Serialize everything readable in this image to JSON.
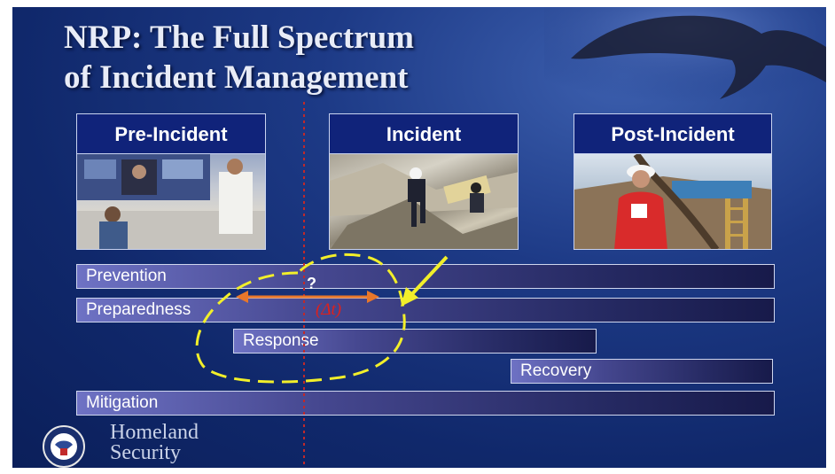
{
  "slide": {
    "title_line1": "NRP:  The Full Spectrum",
    "title_line2": "of Incident Management"
  },
  "panels": [
    {
      "label": "Pre-Incident",
      "image": "emergency-operations-center-photo"
    },
    {
      "label": "Incident",
      "image": "disaster-rescue-rubble-photo"
    },
    {
      "label": "Post-Incident",
      "image": "recovery-worker-house-photo"
    }
  ],
  "phases": {
    "prevention": "Prevention",
    "preparedness": "Preparedness",
    "response": "Response",
    "recovery": "Recovery",
    "mitigation": "Mitigation"
  },
  "annotation": {
    "question_mark": "?",
    "delta_t": "(Δt)",
    "line_color": "#c0292a",
    "arrow_color": "#e8772a",
    "highlight_color": "#f2ef2a"
  },
  "logo": {
    "line1": "Homeland",
    "line2": "Security",
    "seal_icon": "dhs-seal-icon"
  },
  "colors": {
    "slide_bg": "#10286b",
    "header_bg": "#10237a",
    "bar_start": "#6e72c4",
    "bar_end": "#171a4a"
  }
}
